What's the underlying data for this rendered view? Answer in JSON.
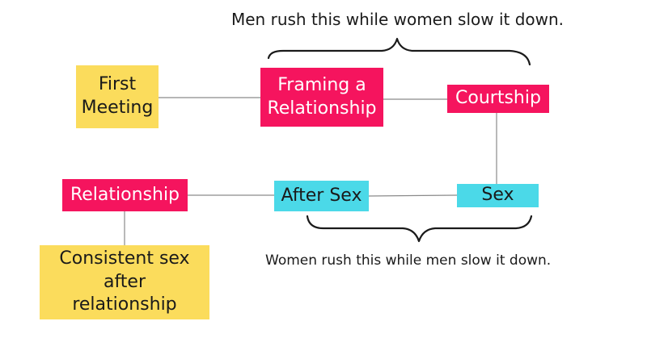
{
  "colors": {
    "pink": "#f5145e",
    "yellow": "#fbdc5c",
    "cyan": "#4bd9e8",
    "line": "#8a8a8a",
    "brace": "#1a1a1a"
  },
  "annotations": {
    "top": "Men rush this while women slow it down.",
    "bottom": "Women rush this while men slow it down."
  },
  "nodes": {
    "first_meeting": "First Meeting",
    "framing": "Framing a Relationship",
    "courtship": "Courtship",
    "sex": "Sex",
    "after_sex": "After Sex",
    "relationship": "Relationship",
    "consistent": "Consistent sex after relationship"
  }
}
